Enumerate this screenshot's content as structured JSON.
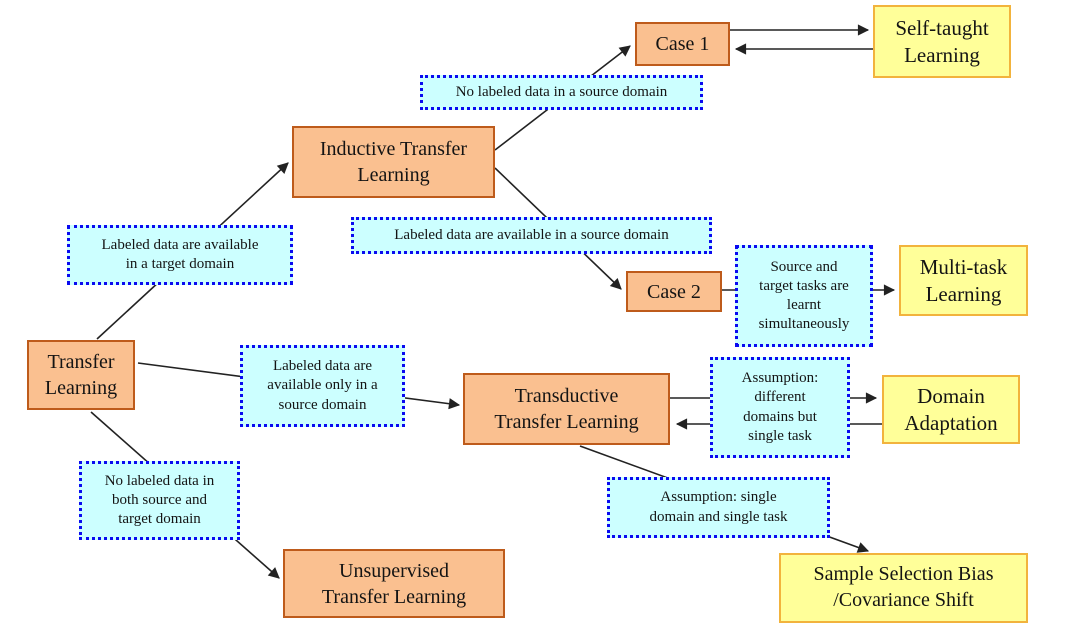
{
  "diagram": {
    "title": "Transfer learning taxonomy diagram",
    "nodes": {
      "transfer_learning": {
        "label": "Transfer\nLearning",
        "type": "category"
      },
      "inductive_transfer": {
        "label": "Inductive Transfer\nLearning",
        "type": "category"
      },
      "transductive_transfer": {
        "label": "Transductive\nTransfer Learning",
        "type": "category"
      },
      "unsupervised_transfer": {
        "label": "Unsupervised\nTransfer Learning",
        "type": "category"
      },
      "case_1": {
        "label": "Case 1",
        "type": "category"
      },
      "case_2": {
        "label": "Case 2",
        "type": "category"
      },
      "self_taught": {
        "label": "Self-taught\nLearning",
        "type": "approach"
      },
      "multi_task": {
        "label": "Multi-task\nLearning",
        "type": "approach"
      },
      "domain_adaptation": {
        "label": "Domain\nAdaptation",
        "type": "approach"
      },
      "sample_selection_bias": {
        "label": "Sample Selection Bias\n/Covariance Shift",
        "type": "approach"
      },
      "cond_no_labeled_source": {
        "label": "No labeled data in a source domain",
        "type": "condition"
      },
      "cond_labeled_target": {
        "label": "Labeled data are available\nin a target domain",
        "type": "condition"
      },
      "cond_labeled_source": {
        "label": "Labeled data are available in a source domain",
        "type": "condition"
      },
      "cond_source_target_tasks": {
        "label": "Source and\ntarget tasks are\nlearnt\nsimultaneously",
        "type": "condition"
      },
      "cond_labeled_only_source": {
        "label": "Labeled data are\navailable only in a\nsource domain",
        "type": "condition"
      },
      "cond_no_labeled_both": {
        "label": "No labeled data in\nboth source and\ntarget domain",
        "type": "condition"
      },
      "cond_assumption_different": {
        "label": "Assumption:\ndifferent\ndomains but\nsingle task",
        "type": "condition"
      },
      "cond_assumption_single": {
        "label": "Assumption: single\ndomain and single task",
        "type": "condition"
      }
    },
    "edges": [
      {
        "from": "transfer_learning",
        "through": "cond_labeled_target",
        "to": "inductive_transfer",
        "bidirectional": false
      },
      {
        "from": "inductive_transfer",
        "through": "cond_no_labeled_source",
        "to": "case_1",
        "bidirectional": false
      },
      {
        "from": "inductive_transfer",
        "through": "cond_labeled_source",
        "to": "case_2",
        "bidirectional": false
      },
      {
        "from": "case_1",
        "to": "self_taught",
        "bidirectional": true
      },
      {
        "from": "case_2",
        "through": "cond_source_target_tasks",
        "to": "multi_task",
        "bidirectional": false
      },
      {
        "from": "transfer_learning",
        "through": "cond_labeled_only_source",
        "to": "transductive_transfer",
        "bidirectional": false
      },
      {
        "from": "transfer_learning",
        "through": "cond_no_labeled_both",
        "to": "unsupervised_transfer",
        "bidirectional": false
      },
      {
        "from": "transductive_transfer",
        "through": "cond_assumption_different",
        "to": "domain_adaptation",
        "bidirectional": true
      },
      {
        "from": "transductive_transfer",
        "through": "cond_assumption_single",
        "to": "sample_selection_bias",
        "bidirectional": false
      }
    ],
    "colors": {
      "category_fill": "#FAC090",
      "category_border": "#BE5B1B",
      "approach_fill": "#FFFF99",
      "approach_border": "#F2B33D",
      "condition_fill": "#CCFFFF",
      "condition_border": "#0A0AF0",
      "edge_stroke": "#222222",
      "background": "#FFFFFF"
    }
  }
}
